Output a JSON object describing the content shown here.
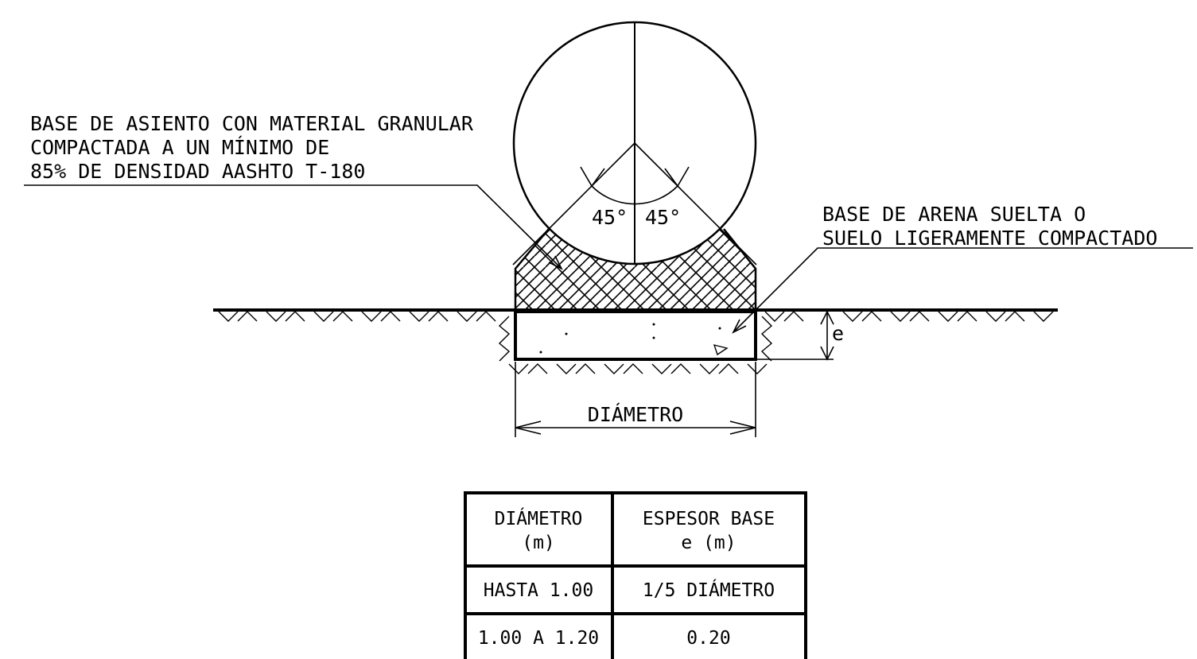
{
  "labels": {
    "bedding_note": {
      "line1": "BASE DE ASIENTO CON MATERIAL GRANULAR",
      "line2": "COMPACTADA A UN MÍNIMO DE",
      "line3": "85% DE DENSIDAD AASHTO T-180"
    },
    "sand_note": {
      "line1": "BASE DE ARENA SUELTA O",
      "line2": "SUELO LIGERAMENTE COMPACTADO"
    },
    "angle_left": "45°",
    "angle_right": "45°",
    "thickness": "e",
    "diameter": "DIÁMETRO"
  },
  "table": {
    "headers": [
      {
        "line1": "DIÁMETRO",
        "line2": "(m)"
      },
      {
        "line1": "ESPESOR BASE",
        "line2": "e (m)"
      }
    ],
    "rows": [
      [
        "HASTA 1.00",
        "1/5 DIÁMETRO"
      ],
      [
        "1.00 A 1.20",
        "0.20"
      ]
    ]
  },
  "colors": {
    "line": "#000000",
    "background": "#ffffff"
  }
}
